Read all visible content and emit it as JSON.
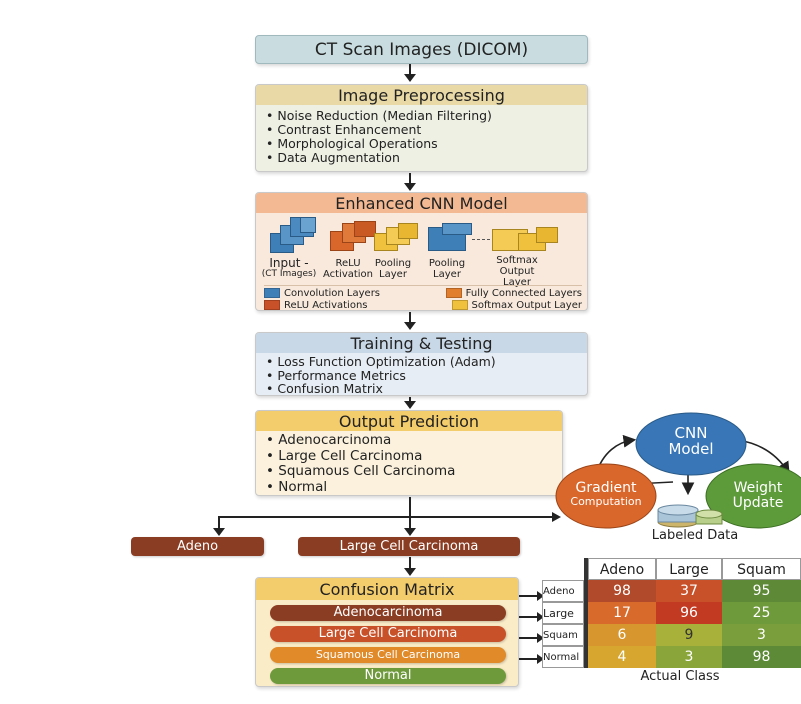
{
  "input_box": {
    "label": "CT Scan Images (DICOM)"
  },
  "preprocessing": {
    "title": "Image Preprocessing",
    "items": [
      "• Noise Reduction (Median Filtering)",
      "• Contrast Enhancement",
      "• Morphological Operations",
      "• Data Augmentation"
    ]
  },
  "cnn": {
    "title": "Enhanced CNN Model",
    "layers": [
      {
        "l1": "Input -",
        "l2": "(CT Images)"
      },
      {
        "l1": "ReLU",
        "l2": "Activation"
      },
      {
        "l1": "Pooling",
        "l2": "Layer"
      },
      {
        "l1": "Pooling",
        "l2": "Layer"
      },
      {
        "l1": "Softmax",
        "l2": "Output",
        "l3": "Layer"
      }
    ],
    "legend": [
      "Convolution Layers",
      "Fully Connected Layers",
      "ReLU Activations",
      "Softmax Output Layer"
    ]
  },
  "training": {
    "title": "Training & Testing",
    "items": [
      "• Loss Function Optimization (Adam)",
      "• Performance Metrics",
      "• Confusion Matrix"
    ]
  },
  "output": {
    "title": "Output Prediction",
    "items": [
      "• Adenocarcinoma",
      "• Large Cell Carcinoma",
      "• Squamous Cell Carcinoma",
      "• Normal"
    ]
  },
  "cycle": {
    "cnn_line1": "CNN",
    "cnn_line2": "Model",
    "gradient_line1": "Gradient",
    "gradient_line2": "Computation",
    "weight_line1": "Weight",
    "weight_line2": "Update",
    "labeled": "Labeled Data"
  },
  "tags": {
    "adeno": "Adeno",
    "large": "Large Cell Carcinoma"
  },
  "confusion": {
    "title": "Confusion Matrix",
    "classes": [
      "Adenocarcinoma",
      "Large Cell Carcinoma",
      "Squamous Cell Carcinoma",
      "Normal"
    ]
  },
  "matrix": {
    "col_headers": [
      "Adeno",
      "Large",
      "Squam"
    ],
    "row_headers": [
      "Adeno",
      "Large",
      "Squam",
      "Normal"
    ],
    "values": [
      [
        "98",
        "37",
        "95"
      ],
      [
        "17",
        "96",
        "25"
      ],
      [
        "6",
        "9",
        "3"
      ],
      [
        "4",
        "3",
        "98"
      ]
    ],
    "footer": "Actual Class"
  },
  "colors": {
    "cnn_blue": "#3f7fb8",
    "relu_orange": "#d9662a",
    "yellow": "#f0c13c",
    "cell_red": "#c8512a",
    "cell_orange": "#e07e2e",
    "cell_yellow": "#d6a62e",
    "cell_green": "#6e9a3c",
    "cell_olive": "#9aa83a"
  }
}
